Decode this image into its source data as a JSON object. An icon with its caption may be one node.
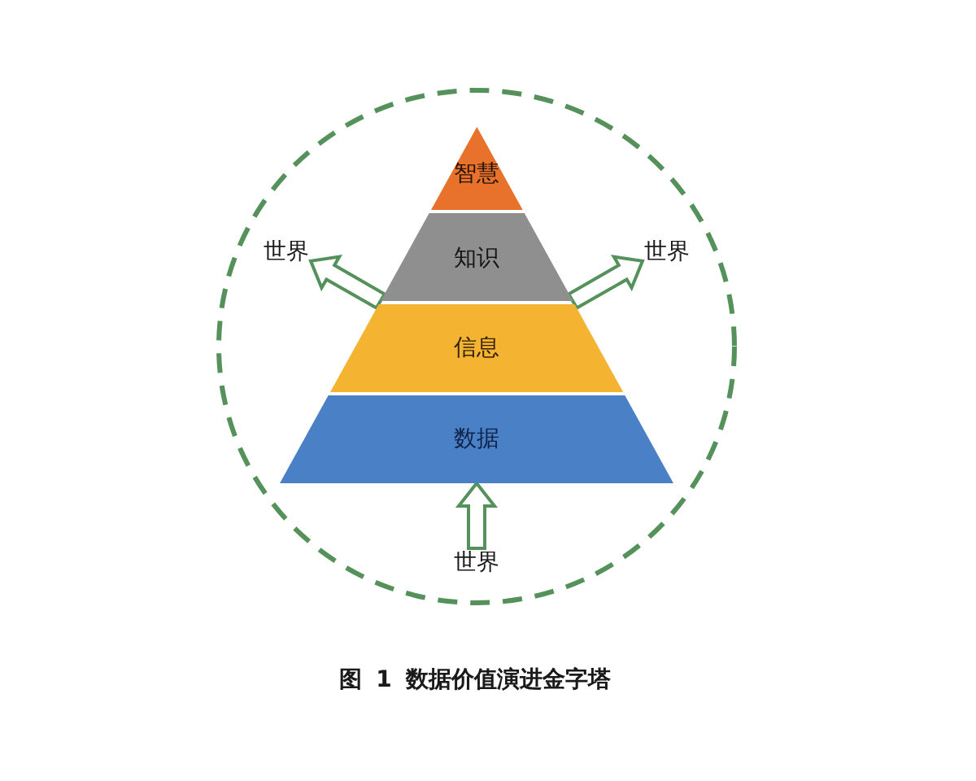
{
  "diagram": {
    "caption": "图 1 数据价值演进金字塔",
    "nodes": [
      {
        "text": [],
        "shape": "circle"
      },
      {
        "text": [
          "智慧"
        ],
        "in": 0
      },
      {
        "text": [
          "知识"
        ],
        "in": 0
      },
      {
        "text": [
          "信息"
        ],
        "in": 0
      },
      {
        "text": [
          "数据"
        ],
        "in": 0
      },
      {
        "text": [
          "世界"
        ],
        "in": 0
      },
      {
        "text": [
          "世界"
        ],
        "in": 0
      },
      {
        "text": [
          "世界"
        ],
        "in": 0
      }
    ],
    "edges": [
      {
        "from": 2,
        "to": 5,
        "arrow": "to"
      },
      {
        "from": 2,
        "to": 6,
        "arrow": "to"
      },
      {
        "from": 7,
        "to": 4,
        "arrow": "to"
      }
    ]
  }
}
